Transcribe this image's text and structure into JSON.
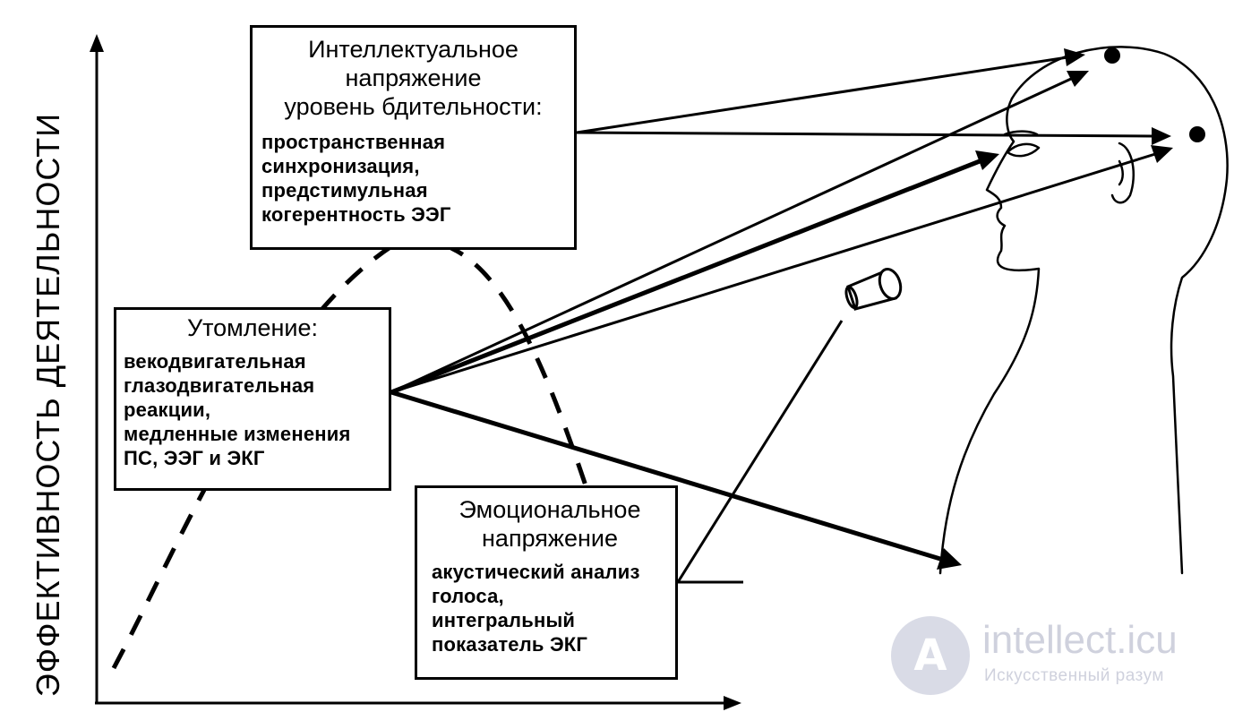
{
  "y_axis_label": "ЭФФЕКТИВНОСТЬ ДЕЯТЕЛЬНОСТИ",
  "boxes": {
    "intellectual": {
      "heading": "Интеллектуальное\nнапряжение\nуровень бдительности:",
      "body": "пространственная\nсинхронизация,\nпредстимульная\nкогерентность ЭЭГ"
    },
    "fatigue": {
      "heading": "Утомление:",
      "body": "векодвигательная\nглазодвигательная\nреакции,\nмедленные изменения\nПС, ЭЭГ и ЭКГ"
    },
    "emotional": {
      "heading": "Эмоциональное\nнапряжение",
      "body": "акустический анализ\nголоса,\nинтегральный\nпоказатель ЭКГ"
    }
  },
  "icons": [
    "head-profile-icon",
    "microphone-icon",
    "electrode-dot-icon"
  ],
  "watermark": {
    "logo": "A",
    "title": "intellect.icu",
    "subtitle": "Искусственный разум"
  },
  "colors": {
    "ink": "#000000",
    "watermark": "#cfd1dd"
  }
}
